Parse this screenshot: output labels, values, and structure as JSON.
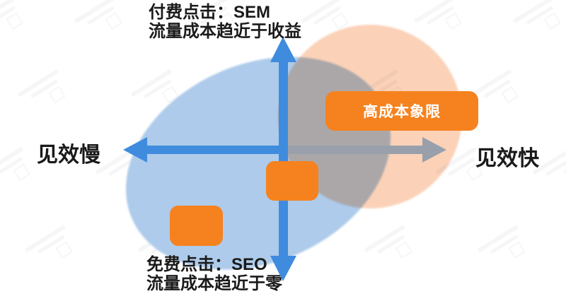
{
  "diagram": {
    "top_caption": {
      "line1": "付费点击：SEM",
      "line2": "流量成本趋近于收益"
    },
    "bottom_caption": {
      "line1": "免费点击：SEO",
      "line2": "流量成本趋近于零"
    },
    "x_axis": {
      "left_label": "见效慢",
      "right_label": "见效快"
    },
    "high_cost_box_label": "高成本象限"
  },
  "colors": {
    "axis_blue": "#3F8CDE",
    "axis_gray": "#99A0AC",
    "ellipse_blue": "#AECBEB",
    "circle_peach": "#FBD2B8",
    "box_orange": "#F5821F",
    "text_black": "#1A1A1A",
    "box_text": "#FFFFFF"
  }
}
